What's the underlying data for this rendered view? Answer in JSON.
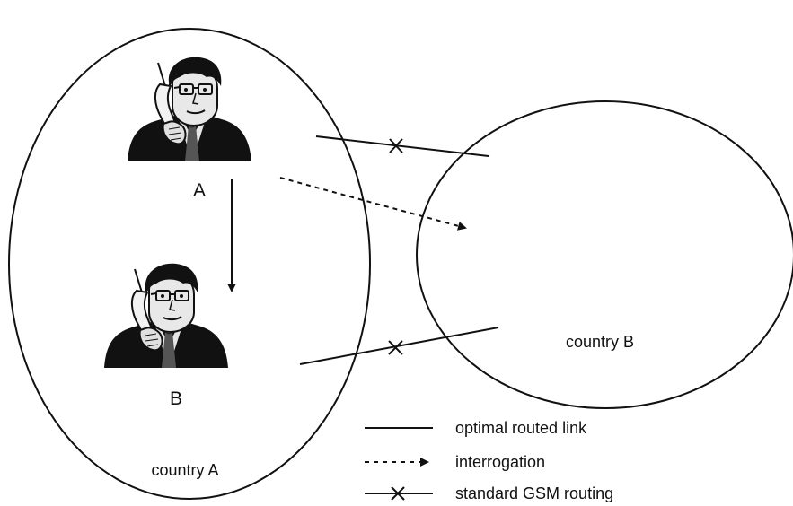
{
  "labels": {
    "person_a": "A",
    "person_b": "B",
    "country_a": "country A",
    "country_b": "country B"
  },
  "legend": {
    "optimal": "optimal routed link",
    "interrogation": "interrogation",
    "standard": "standard GSM routing"
  },
  "icons": {
    "person_a": "man-on-phone-icon",
    "person_b": "man-on-phone-icon"
  }
}
